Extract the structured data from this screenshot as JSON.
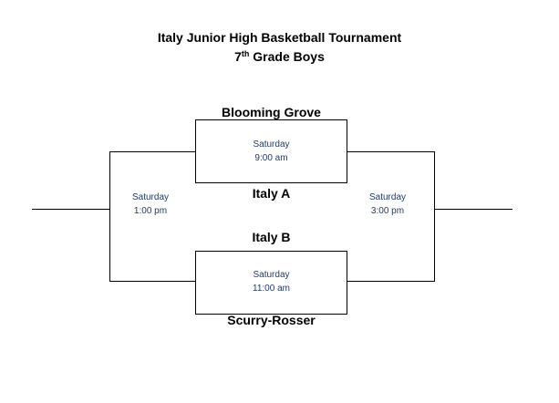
{
  "header": {
    "title": "Italy Junior High Basketball Tournament",
    "subtitle_grade_number": "7",
    "subtitle_grade_suffix": "th",
    "subtitle_rest": " Grade Boys"
  },
  "teams": {
    "top_top": "Blooming Grove",
    "top_bottom": "Italy A",
    "bottom_top": "Italy B",
    "bottom_bottom": "Scurry-Rosser"
  },
  "games": {
    "game1": {
      "day": "Saturday",
      "time": "9:00 am"
    },
    "game2": {
      "day": "Saturday",
      "time": "11:00 am"
    },
    "consolation": {
      "day": "Saturday",
      "time": "1:00 pm"
    },
    "championship": {
      "day": "Saturday",
      "time": "3:00 pm"
    }
  }
}
